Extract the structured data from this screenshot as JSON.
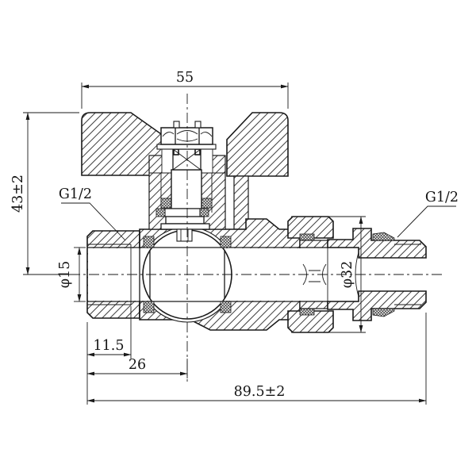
{
  "drawing": {
    "dimensions": {
      "top_width": "55",
      "left_height": "43±2",
      "thread_left": "G1/2",
      "thread_right": "G1/2",
      "bore_left": "φ15",
      "diameter_right": "φ32",
      "thread_depth": "11.5",
      "face_to_axis": "26",
      "overall_length": "89.5±2"
    },
    "colors": {
      "line": "#1a1a1a",
      "background": "#ffffff"
    }
  }
}
